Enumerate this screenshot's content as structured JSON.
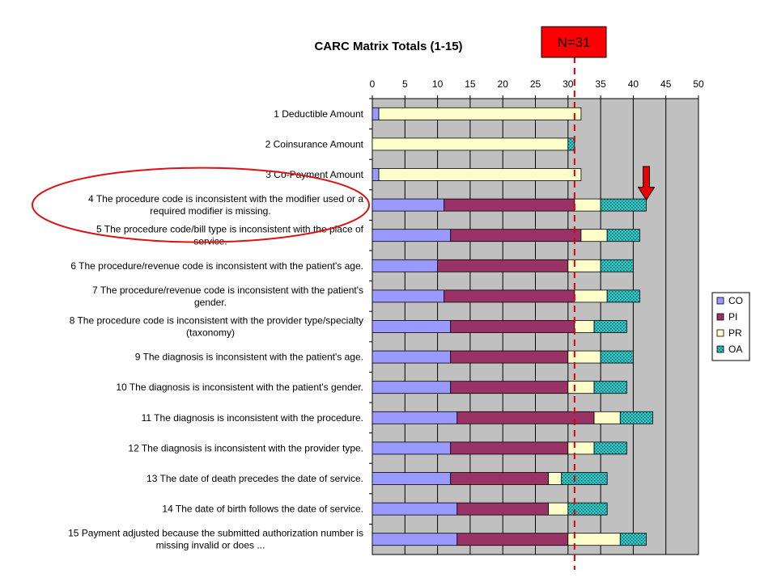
{
  "chart_data": {
    "type": "bar",
    "orientation": "horizontal",
    "stacked": true,
    "title": "CARC Matrix Totals (1-15)",
    "xlim": [
      0,
      50
    ],
    "xticks": [
      0,
      5,
      10,
      15,
      20,
      25,
      30,
      35,
      40,
      45,
      50
    ],
    "grid": true,
    "legend_position": "right",
    "categories": [
      [
        "1 Deductible Amount"
      ],
      [
        "2 Coinsurance Amount"
      ],
      [
        "3 Co-Payment Amount"
      ],
      [
        "4 The procedure code is inconsistent with the modifier used or a",
        "required modifier is missing."
      ],
      [
        "5 The procedure code/bill type is inconsistent with the place of",
        "service."
      ],
      [
        "6 The procedure/revenue code is inconsistent with the patient's age."
      ],
      [
        "7 The procedure/revenue code is inconsistent with the patient's",
        "gender."
      ],
      [
        "8 The procedure code is inconsistent with the provider type/specialty",
        "(taxonomy)"
      ],
      [
        "9 The diagnosis is inconsistent with the patient's age."
      ],
      [
        "10 The diagnosis is inconsistent with the patient's gender."
      ],
      [
        "11 The diagnosis is inconsistent with the procedure."
      ],
      [
        "12 The diagnosis is inconsistent with the provider type."
      ],
      [
        "13 The date of death precedes the date of service."
      ],
      [
        "14 The date of birth follows the date of service."
      ],
      [
        "15 Payment adjusted because the submitted authorization number is",
        "missing invalid or does ..."
      ]
    ],
    "series": [
      {
        "name": "CO",
        "color": "#9999ff",
        "pattern": "solid",
        "values": [
          1,
          0,
          1,
          11,
          12,
          10,
          11,
          12,
          12,
          12,
          13,
          12,
          12,
          13,
          13
        ]
      },
      {
        "name": "PI",
        "color": "#993366",
        "pattern": "solid",
        "values": [
          0,
          0,
          0,
          20,
          20,
          20,
          20,
          19,
          18,
          18,
          21,
          18,
          15,
          14,
          17
        ]
      },
      {
        "name": "PR",
        "color": "#ffffcc",
        "pattern": "solid",
        "values": [
          31,
          30,
          31,
          4,
          4,
          5,
          5,
          3,
          5,
          4,
          4,
          4,
          2,
          3,
          8
        ]
      },
      {
        "name": "OA",
        "color": "#33cccc",
        "pattern": "dotted",
        "values": [
          0,
          1,
          0,
          7,
          5,
          5,
          5,
          5,
          5,
          5,
          5,
          5,
          7,
          6,
          4
        ]
      }
    ],
    "annotations": {
      "reference_line": {
        "x": 31,
        "label": "N=31",
        "line_color": "#dd0000",
        "box_color": "#ff0000"
      },
      "highlight_ellipse_category_index": 3,
      "arrow_category_index": 3,
      "arrow_x": 42,
      "arrow_color": "#e80000"
    },
    "colors": {
      "plot_background": "#c0c0c0",
      "gridline": "#000000",
      "bar_border": "#000000"
    }
  }
}
